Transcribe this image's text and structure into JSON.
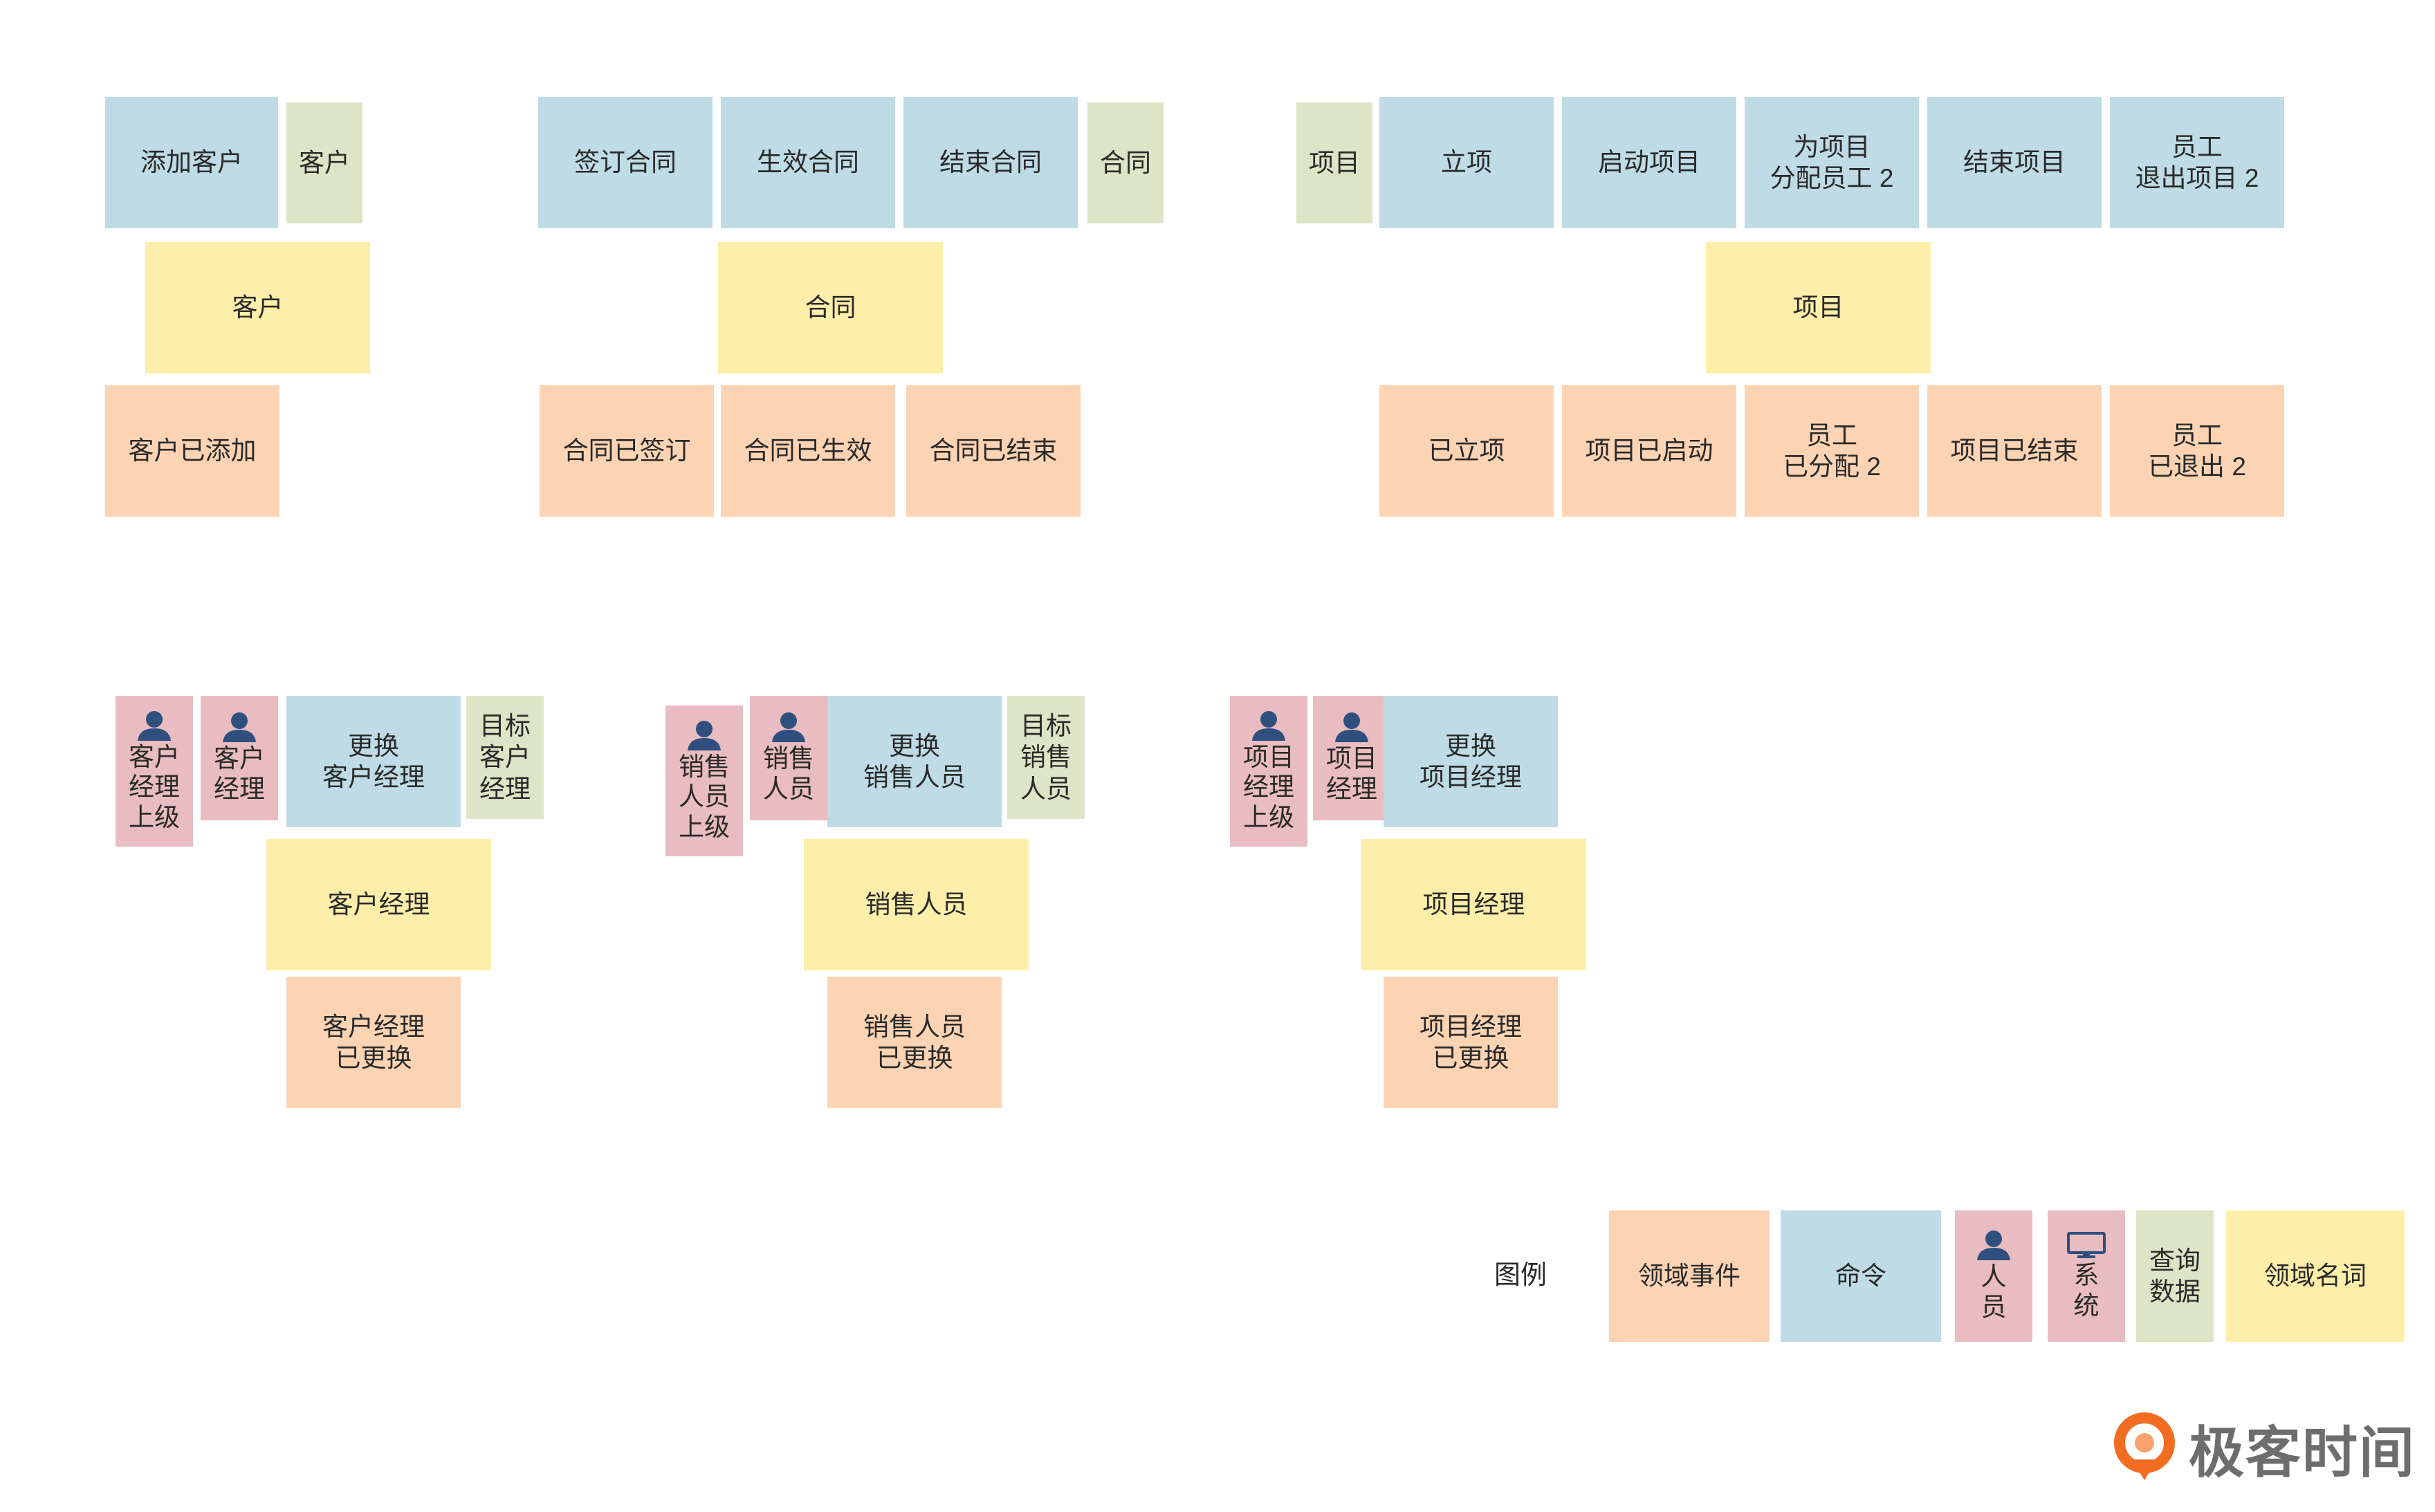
{
  "row1": {
    "customer": {
      "command": "添加客户",
      "query": "客户",
      "entity": "客户",
      "event": "客户已添加"
    },
    "contract": {
      "commands": [
        "签订合同",
        "生效合同",
        "结束合同"
      ],
      "query": "合同",
      "entity": "合同",
      "events": [
        "合同已签订",
        "合同已生效",
        "合同已结束"
      ]
    },
    "project": {
      "query": "项目",
      "commands": [
        "立项",
        "启动项目",
        "为项目\n分配员工 2",
        "结束项目",
        "员工\n退出项目 2"
      ],
      "entity": "项目",
      "events": [
        "已立项",
        "项目已启动",
        "员工\n已分配 2",
        "项目已结束",
        "员工\n已退出 2"
      ]
    }
  },
  "row2": {
    "customer_manager": {
      "actors": [
        "客户\n经理\n上级",
        "客户\n经理"
      ],
      "command": "更换\n客户经理",
      "query": "目标\n客户\n经理",
      "entity": "客户经理",
      "event": "客户经理\n已更换"
    },
    "sales": {
      "actors": [
        "销售\n人员\n上级",
        "销售\n人员"
      ],
      "command": "更换\n销售人员",
      "query": "目标\n销售\n人员",
      "entity": "销售人员",
      "event": "销售人员\n已更换"
    },
    "project_manager": {
      "actors": [
        "项目\n经理\n上级",
        "项目\n经理"
      ],
      "command": "更换\n项目经理",
      "entity": "项目经理",
      "event": "项目经理\n已更换"
    }
  },
  "legend": {
    "title": "图例",
    "event": "领域事件",
    "command": "命令",
    "actor": "人\n员",
    "system": "系\n统",
    "query": "查询\n数据",
    "entity": "领域名词"
  },
  "brand": {
    "name": "极客时间",
    "color": "#f26d22"
  },
  "colors": {
    "event": "#fcd4b4",
    "command": "#bedbe6",
    "entity": "#fdefaa",
    "query": "#dde5c6",
    "actor": "#e8bcc0",
    "icon": "#2f4f7f"
  }
}
